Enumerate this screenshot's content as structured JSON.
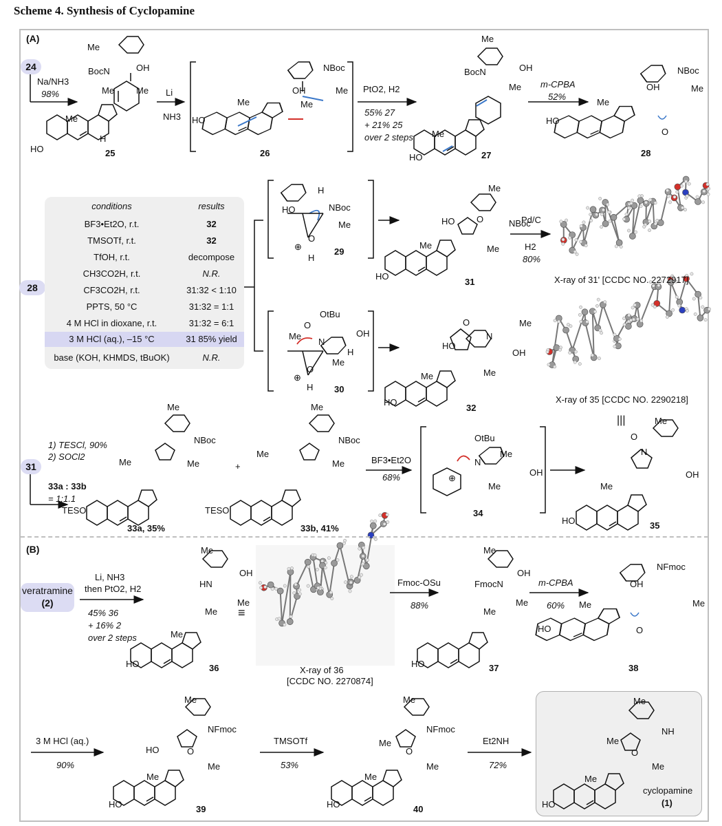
{
  "title": "Scheme 4. Synthesis of Cyclopamine",
  "panelA": {
    "label": "(A)",
    "start": "24",
    "r1": {
      "top": "Na/NH3",
      "bottom": "98%"
    },
    "c25": "25",
    "r2": {
      "top": "Li",
      "bottom": "NH3"
    },
    "c26": "26",
    "r3": {
      "top": "PtO2, H2",
      "y1": "55% 27",
      "y2": "+ 21% 25",
      "y3": "over 2 steps"
    },
    "c27": "27",
    "r4": {
      "top": "m-CPBA",
      "bottom": "52%"
    },
    "c28": "28",
    "start28": "28",
    "table": {
      "headers": [
        "conditions",
        "results"
      ],
      "rows": [
        [
          "BF3•Et2O, r.t.",
          "32"
        ],
        [
          "TMSOTf, r.t.",
          "32"
        ],
        [
          "TfOH, r.t.",
          "decompose"
        ],
        [
          "CH3CO2H, r.t.",
          "N.R."
        ],
        [
          "CF3CO2H, r.t.",
          "31:32 < 1:10"
        ],
        [
          "PPTS, 50 °C",
          "31:32 = 1:1"
        ],
        [
          "4 M HCl in dioxane, r.t.",
          "31:32 = 6:1"
        ],
        [
          "3 M HCl (aq.), –15 °C",
          "31 85% yield"
        ],
        [
          "base (KOH, KHMDS, tBuOK)",
          "N.R."
        ]
      ]
    },
    "c29": "29",
    "c30": "30",
    "c31": "31",
    "c32": "32",
    "r5": {
      "top": "Pd/C",
      "mid": "H2",
      "bottom": "80%"
    },
    "xray31": "X-ray of 31' [CCDC NO. 2272917]",
    "xray35": "X-ray of 35 [CCDC NO. 2290218]",
    "start31": "31",
    "r6": {
      "l1": "1) TESCl, 90%",
      "l2": "2) SOCl2",
      "l3": "33a : 33b",
      "l4": "= 1:1.1"
    },
    "c33a": "33a, 35%",
    "c33b": "33b, 41%",
    "plus": "+",
    "r7": {
      "top": "BF3•Et2O",
      "bottom": "68%"
    },
    "c34": "34",
    "c35": "35",
    "equiv": "|||"
  },
  "panelB": {
    "label": "(B)",
    "start": "veratramine",
    "startNum": "(2)",
    "r1": {
      "l1": "Li, NH3",
      "l2": "then PtO2, H2",
      "l3": "45% 36",
      "l4": "+ 16% 2",
      "l5": "over 2 steps"
    },
    "c36": "36",
    "equiv": "≡",
    "xray36": "X-ray of 36",
    "xray36b": "[CCDC NO. 2270874]",
    "r2": {
      "top": "Fmoc-OSu",
      "bottom": "88%"
    },
    "c37": "37",
    "r3": {
      "top": "m-CPBA",
      "bottom": "60%"
    },
    "c38": "38",
    "r4": {
      "top": "3 M HCl (aq.)",
      "bottom": "90%"
    },
    "c39": "39",
    "r5": {
      "top": "TMSOTf",
      "bottom": "53%"
    },
    "c40": "40",
    "r6": {
      "top": "Et2NH",
      "bottom": "72%"
    },
    "product": "cyclopamine",
    "productNum": "(1)"
  },
  "labels": {
    "me": "Me",
    "oh": "OH",
    "ho": "HO",
    "h": "H",
    "bocn": "BocN",
    "nboc": "NBoc",
    "n": "N",
    "o": "O",
    "hn": "HN",
    "nfmoc": "NFmoc",
    "fmocn": "FmocN",
    "nh": "NH",
    "teso": "TESO",
    "otbu": "OtBu",
    "plus": "⊕"
  },
  "colors": {
    "accent": "#dcdcf3",
    "blue": "#3b78c9",
    "red": "#d3302a"
  }
}
